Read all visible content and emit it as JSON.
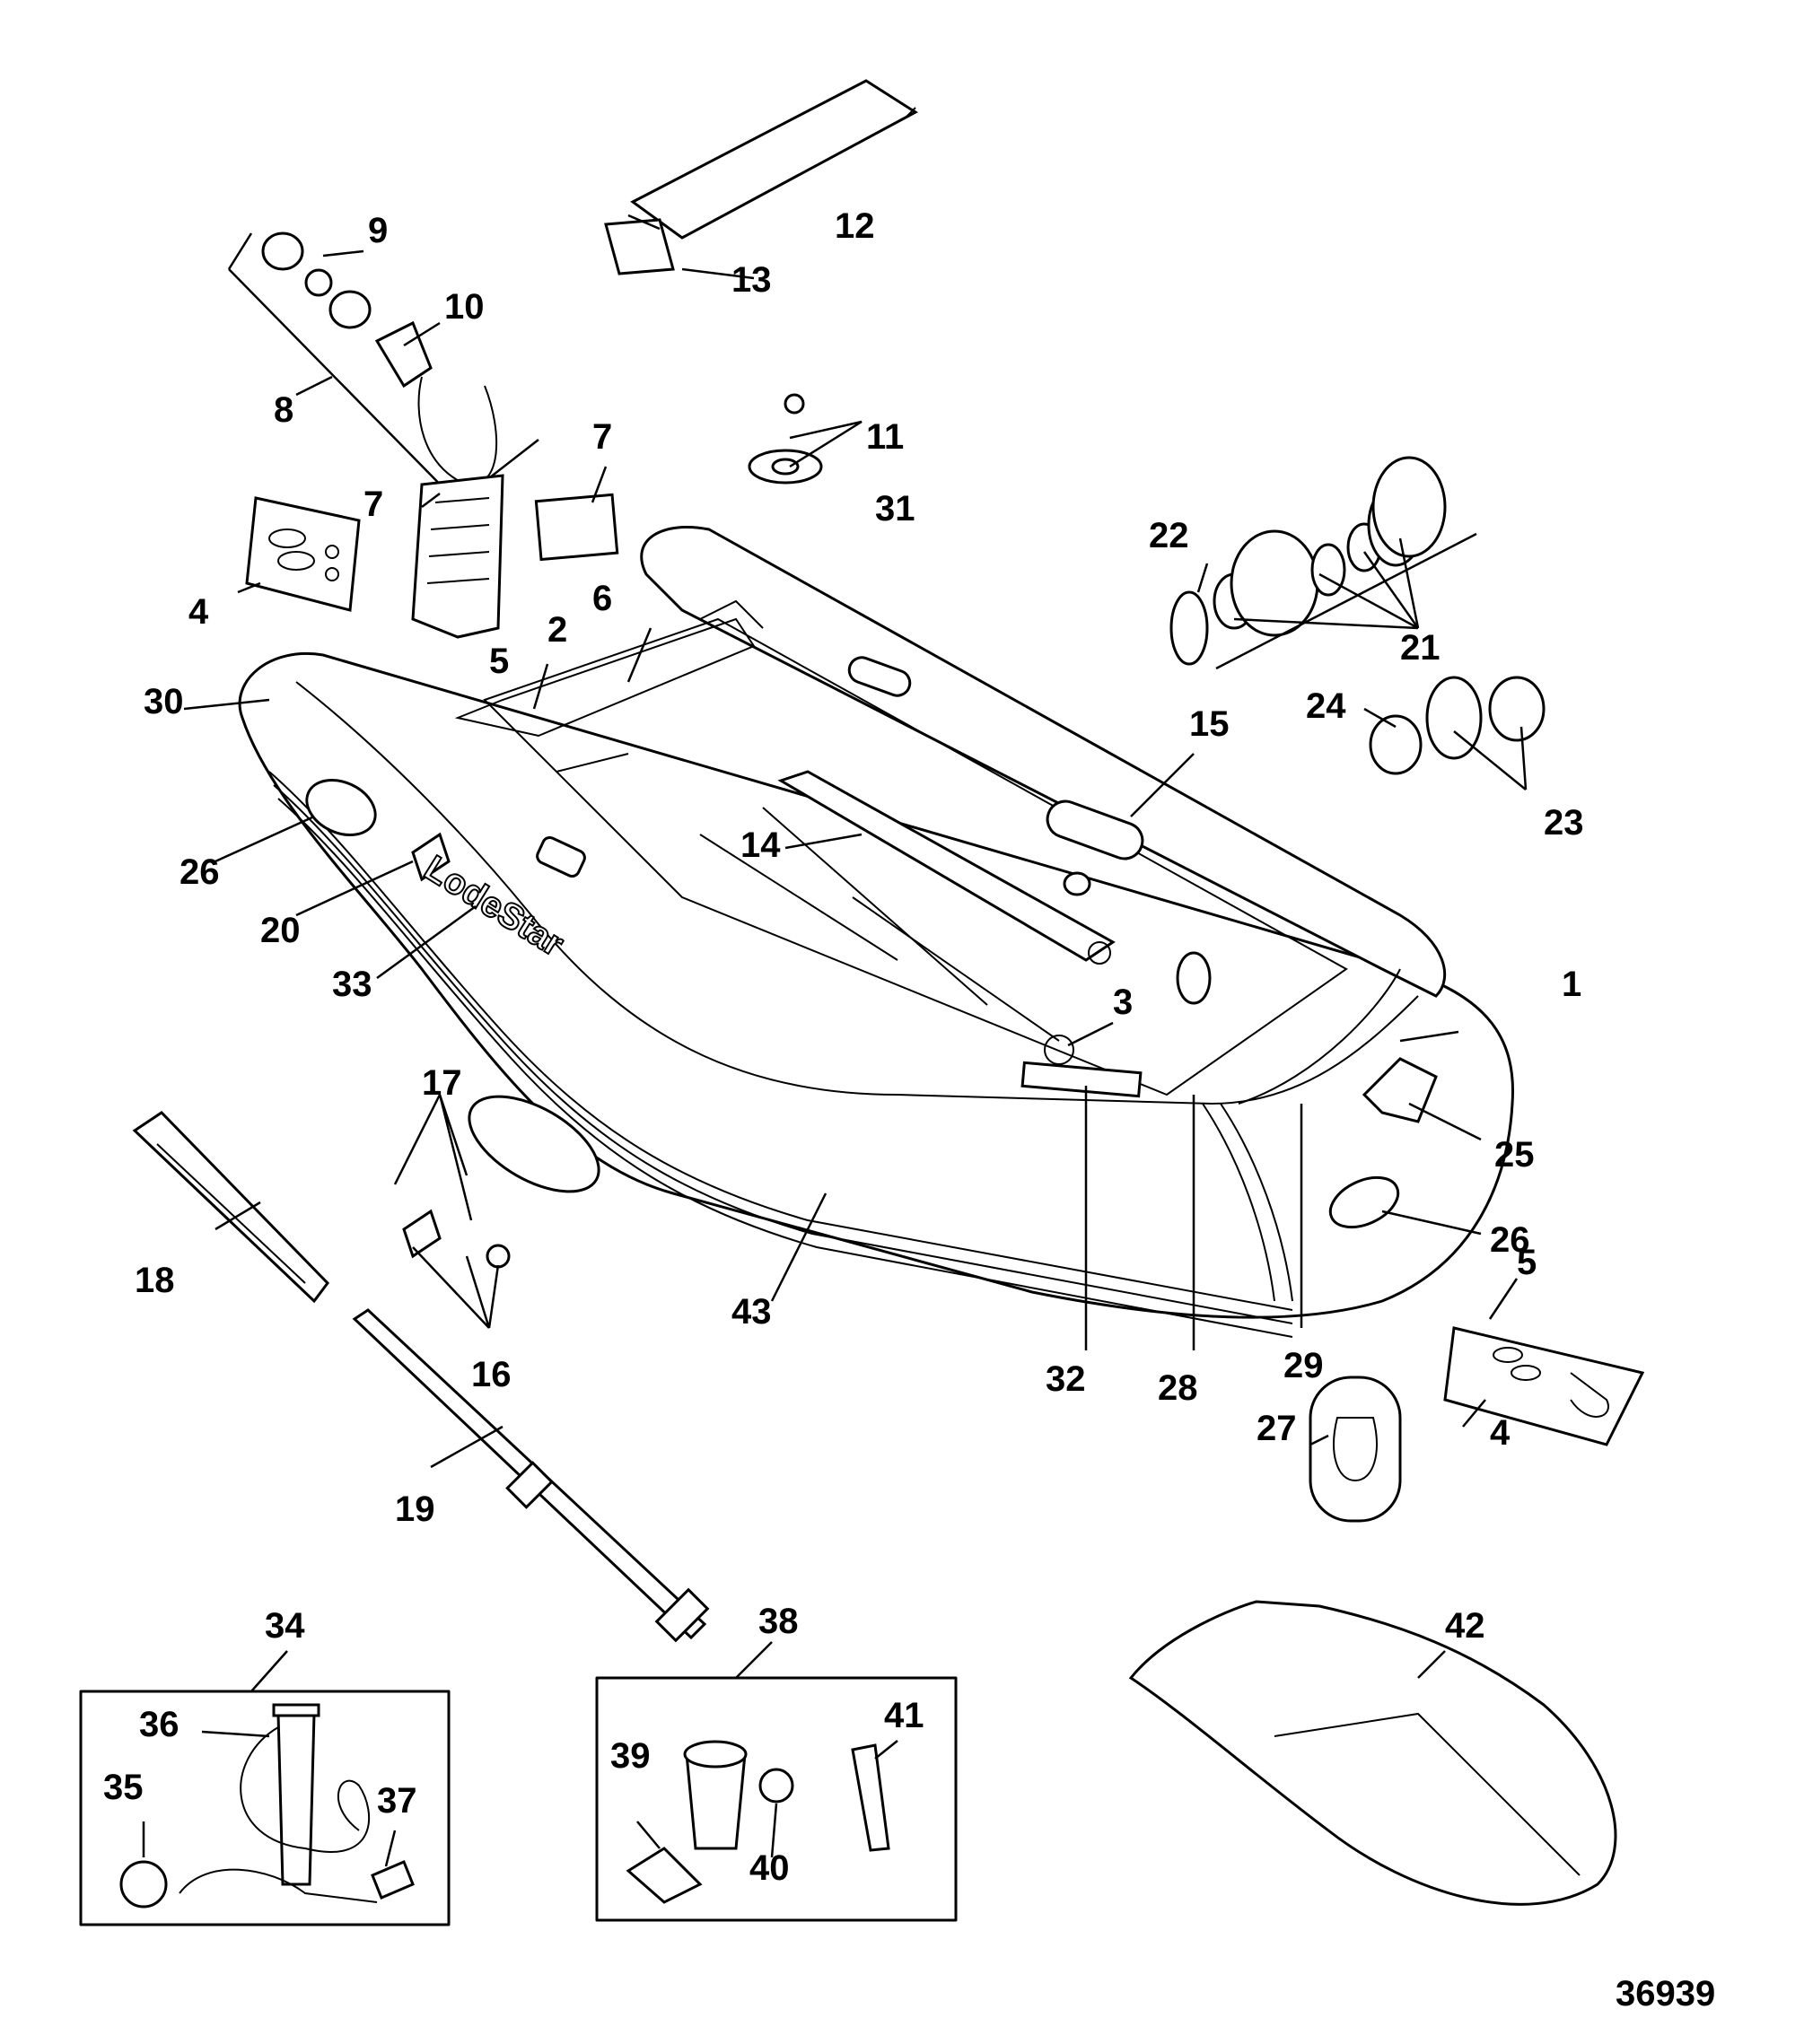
{
  "diagram": {
    "brand_text": "LodeStar",
    "figure_id": "36939",
    "callouts": [
      "1",
      "2",
      "3",
      "4",
      "5",
      "6",
      "7",
      "8",
      "9",
      "10",
      "11",
      "12",
      "13",
      "14",
      "15",
      "16",
      "17",
      "18",
      "19",
      "20",
      "21",
      "22",
      "23",
      "24",
      "25",
      "26",
      "27",
      "28",
      "29",
      "30",
      "31",
      "32",
      "33",
      "34",
      "35",
      "36",
      "37",
      "38",
      "39",
      "40",
      "41",
      "42",
      "43"
    ]
  }
}
